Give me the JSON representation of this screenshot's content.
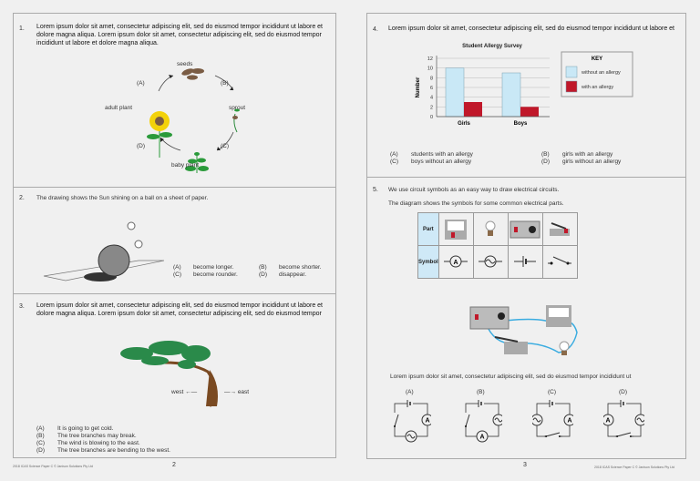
{
  "left_page": {
    "page_number": "2",
    "footer": "2018 ICAS Science Paper C © Janison Solutions Pty Ltd",
    "q1": {
      "number": "1.",
      "text": "Lorem ipsum dolor sit amet, consectetur adipiscing elit, sed do eiusmod tempor incididunt ut labore et dolore magna aliqua. Lorem ipsum dolor sit amet, consectetur adipiscing elit, sed do eiusmod tempor incididunt ut labore et dolore magna aliqua.",
      "labels": {
        "seeds": "seeds",
        "sprout": "sprout",
        "baby_plant": "baby plant",
        "adult_plant": "adult plant",
        "a": "(A)",
        "b": "(B)",
        "c": "(C)",
        "d": "(D)"
      }
    },
    "q2": {
      "number": "2.",
      "text": "The drawing shows the Sun shining on a ball on a sheet of paper.",
      "options": [
        {
          "k": "(A)",
          "v": "become longer."
        },
        {
          "k": "(B)",
          "v": "become shorter."
        },
        {
          "k": "(C)",
          "v": "become rounder."
        },
        {
          "k": "(D)",
          "v": "disappear."
        }
      ]
    },
    "q3": {
      "number": "3.",
      "text": "Lorem ipsum dolor sit amet, consectetur adipiscing elit, sed do eiusmod tempor incididunt ut labore et dolore magna aliqua. Lorem ipsum dolor sit amet, consectetur adipiscing elit, sed do eiusmod tempor",
      "west": "west",
      "east": "east",
      "options": [
        {
          "k": "(A)",
          "v": "It is going to get cold."
        },
        {
          "k": "(B)",
          "v": "The tree branches may break."
        },
        {
          "k": "(C)",
          "v": "The wind is blowing to the east."
        },
        {
          "k": "(D)",
          "v": "The tree branches are bending to the west."
        }
      ]
    }
  },
  "right_page": {
    "page_number": "3",
    "footer": "2018 ICAS Science Paper C © Janison Solutions Pty Ltd",
    "q4": {
      "number": "4.",
      "text": "Lorem ipsum dolor sit amet, consectetur adipiscing elit, sed do eiusmod tempor incididunt ut labore et",
      "options": [
        {
          "k": "(A)",
          "v": "students with an allergy"
        },
        {
          "k": "(B)",
          "v": "girls with an allergy"
        },
        {
          "k": "(C)",
          "v": "boys without an allergy"
        },
        {
          "k": "(D)",
          "v": "girls without an allergy"
        }
      ]
    },
    "q5": {
      "number": "5.",
      "text1": "We use circuit symbols as an easy way to draw electrical circuits.",
      "text2": "The diagram shows the symbols for some common electrical parts.",
      "table": {
        "row1": "Part",
        "row2": "Symbol",
        "ammeter_symbol": "A"
      },
      "question": "Lorem ipsum dolor sit amet, consectetur adipiscing elit, sed do eiusmod tempor incididunt ut",
      "choices": [
        "(A)",
        "(B)",
        "(C)",
        "(D)"
      ]
    }
  },
  "chart_data": {
    "type": "bar",
    "title": "Student Allergy Survey",
    "xlabel": "",
    "ylabel": "Number",
    "categories": [
      "Girls",
      "Boys"
    ],
    "ylim": [
      0,
      12
    ],
    "yticks": [
      0,
      2,
      4,
      6,
      8,
      10,
      12
    ],
    "grid": true,
    "legend_title": "KEY",
    "legend_position": "right",
    "series": [
      {
        "name": "without an allergy",
        "color": "#c9e8f6",
        "values": [
          10,
          9
        ]
      },
      {
        "name": "with an allergy",
        "color": "#c0182a",
        "values": [
          3,
          2
        ]
      }
    ]
  }
}
